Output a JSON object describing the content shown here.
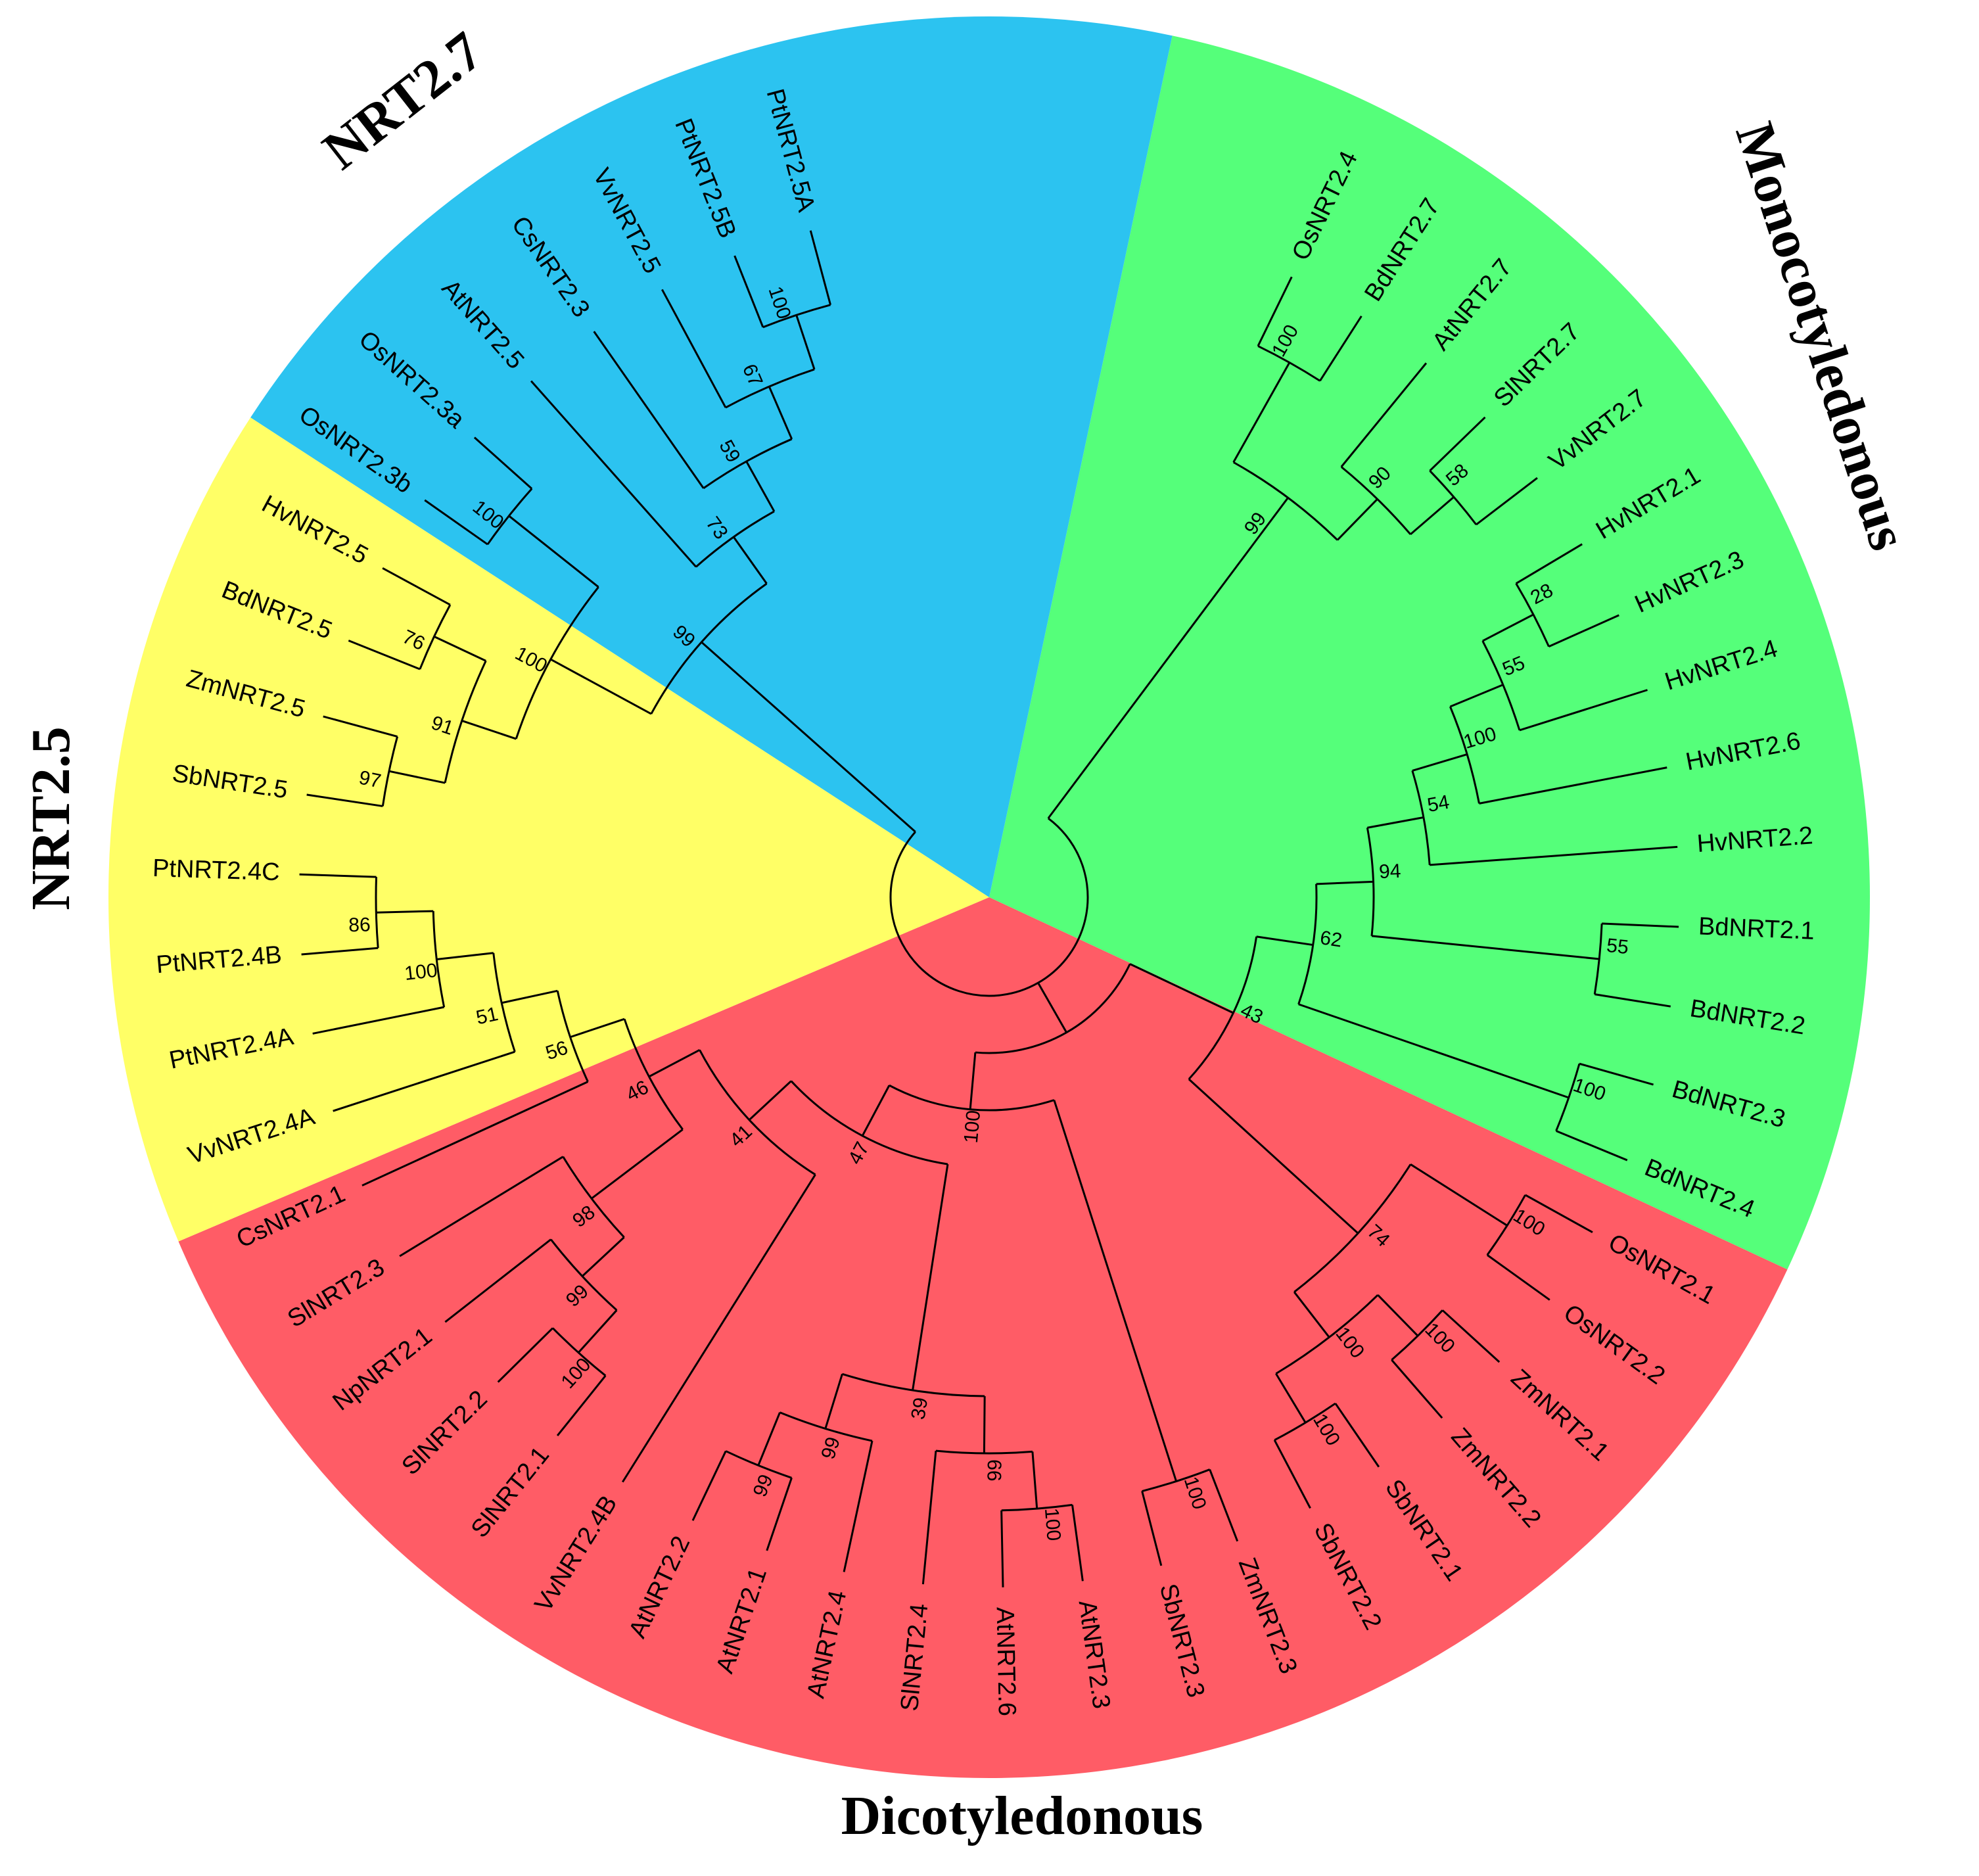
{
  "colors": {
    "monocot": "#55ff7a",
    "dicot": "#ff5c66",
    "nrt25": "#ffff66",
    "nrt27": "#2cc3f0"
  },
  "titles": {
    "nrt27": "NRT2.7",
    "monocot": "Monocotyledonous",
    "nrt25": "NRT2.5",
    "dicot": "Dicotyledonous"
  },
  "tree": {
    "children": [
      {
        "support": "99",
        "children": [
          {
            "children": [
              {
                "support": "100",
                "children": [
                  {
                    "name": "OsNRT2.4"
                  },
                  {
                    "name": "BdNRT2.7"
                  }
                ]
              },
              {
                "support": "90",
                "children": [
                  {
                    "name": "AtNRT2.7"
                  },
                  {
                    "support": "58",
                    "children": [
                      {
                        "name": "SlNRT2.7"
                      },
                      {
                        "name": "VvNRT2.7"
                      }
                    ]
                  }
                ]
              }
            ]
          }
        ]
      },
      {
        "children": [
          {
            "support": "43",
            "children": [
              {
                "support": "62",
                "children": [
                  {
                    "support": "94",
                    "children": [
                      {
                        "support": "54",
                        "children": [
                          {
                            "support": "100",
                            "children": [
                              {
                                "support": "55",
                                "children": [
                                  {
                                    "support": "28",
                                    "children": [
                                      {
                                        "name": "HvNRT2.1"
                                      },
                                      {
                                        "name": "HvNRT2.3"
                                      }
                                    ]
                                  },
                                  {
                                    "name": "HvNRT2.4"
                                  }
                                ]
                              },
                              {
                                "name": "HvNRT2.6"
                              }
                            ]
                          },
                          {
                            "name": "HvNRT2.2"
                          }
                        ]
                      },
                      {
                        "support": "55",
                        "children": [
                          {
                            "name": "BdNRT2.1"
                          },
                          {
                            "name": "BdNRT2.2"
                          }
                        ]
                      }
                    ]
                  },
                  {
                    "support": "100",
                    "children": [
                      {
                        "name": "BdNRT2.3"
                      },
                      {
                        "name": "BdNRT2.4"
                      }
                    ]
                  }
                ]
              },
              {
                "support": "74",
                "children": [
                  {
                    "support": "100",
                    "children": [
                      {
                        "name": "OsNRT2.1"
                      },
                      {
                        "name": "OsNRT2.2"
                      }
                    ]
                  },
                  {
                    "support": "100",
                    "children": [
                      {
                        "support": "100",
                        "children": [
                          {
                            "name": "ZmNRT2.1"
                          },
                          {
                            "name": "ZmNRT2.2"
                          }
                        ]
                      },
                      {
                        "support": "100",
                        "children": [
                          {
                            "name": "SbNRT2.1"
                          },
                          {
                            "name": "SbNRT2.2"
                          }
                        ]
                      }
                    ]
                  }
                ]
              }
            ]
          },
          {
            "support": "100",
            "children": [
              {
                "support": "100",
                "children": [
                  {
                    "name": "ZmNRT2.3"
                  },
                  {
                    "name": "SbNRT2.3"
                  }
                ]
              },
              {
                "support": "47",
                "children": [
                  {
                    "support": "39",
                    "children": [
                      {
                        "support": "99",
                        "children": [
                          {
                            "support": "100",
                            "children": [
                              {
                                "name": "AtNRT2.3"
                              },
                              {
                                "name": "AtNRT2.6"
                              }
                            ]
                          },
                          {
                            "name": "SlNRT2.4"
                          }
                        ]
                      },
                      {
                        "support": "99",
                        "children": [
                          {
                            "name": "AtNRT2.4"
                          },
                          {
                            "support": "99",
                            "children": [
                              {
                                "name": "AtNRT2.1"
                              },
                              {
                                "name": "AtNRT2.2"
                              }
                            ]
                          }
                        ]
                      }
                    ]
                  },
                  {
                    "support": "41",
                    "children": [
                      {
                        "name": "VvNRT2.4B"
                      },
                      {
                        "support": "46",
                        "children": [
                          {
                            "support": "98",
                            "children": [
                              {
                                "support": "99",
                                "children": [
                                  {
                                    "support": "100",
                                    "children": [
                                      {
                                        "name": "SlNRT2.1"
                                      },
                                      {
                                        "name": "SlNRT2.2"
                                      }
                                    ]
                                  },
                                  {
                                    "name": "NpNRT2.1"
                                  }
                                ]
                              },
                              {
                                "name": "SlNRT2.3"
                              }
                            ]
                          },
                          {
                            "support": "56",
                            "children": [
                              {
                                "name": "CsNRT2.1"
                              },
                              {
                                "support": "51",
                                "children": [
                                  {
                                    "name": "VvNRT2.4A"
                                  },
                                  {
                                    "support": "100",
                                    "children": [
                                      {
                                        "name": "PtNRT2.4A"
                                      },
                                      {
                                        "support": "86",
                                        "children": [
                                          {
                                            "name": "PtNRT2.4B"
                                          },
                                          {
                                            "name": "PtNRT2.4C"
                                          }
                                        ]
                                      }
                                    ]
                                  }
                                ]
                              }
                            ]
                          }
                        ]
                      }
                    ]
                  }
                ]
              }
            ]
          }
        ]
      },
      {
        "support": "99",
        "children": [
          {
            "support": "100",
            "children": [
              {
                "support": "91",
                "children": [
                  {
                    "support": "97",
                    "children": [
                      {
                        "name": "SbNRT2.5"
                      },
                      {
                        "name": "ZmNRT2.5"
                      }
                    ]
                  },
                  {
                    "support": "76",
                    "children": [
                      {
                        "name": "BdNRT2.5"
                      },
                      {
                        "name": "HvNRT2.5"
                      }
                    ]
                  }
                ]
              },
              {
                "support": "100",
                "children": [
                  {
                    "name": "OsNRT2.3b"
                  },
                  {
                    "name": "OsNRT2.3a"
                  }
                ]
              }
            ]
          },
          {
            "support": "73",
            "children": [
              {
                "name": "AtNRT2.5"
              },
              {
                "support": "59",
                "children": [
                  {
                    "name": "CsNRT2.3"
                  },
                  {
                    "support": "67",
                    "children": [
                      {
                        "name": "VvNRT2.5"
                      },
                      {
                        "support": "100",
                        "children": [
                          {
                            "name": "PtNRT2.5B"
                          },
                          {
                            "name": "PtNRT2.5A"
                          }
                        ]
                      }
                    ]
                  }
                ]
              }
            ]
          }
        ]
      }
    ]
  }
}
